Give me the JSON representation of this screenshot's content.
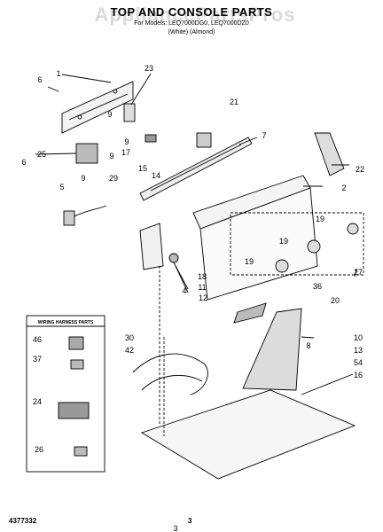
{
  "header": {
    "watermark": "AppliancePartsPros",
    "title": "TOP AND CONSOLE PARTS",
    "subtitle": "For Models: LEQ7000DG0, LEQ7000DZ0",
    "variants": "(White)        (Almond)"
  },
  "wiring_box": {
    "title": "WIRING HARNESS PARTS"
  },
  "callouts": {
    "c1": "1",
    "c2": "2",
    "c3": "3",
    "c4": "4",
    "c5": "5",
    "c6a": "6",
    "c6b": "6",
    "c7": "7",
    "c8": "8",
    "c9a": "9",
    "c9b": "9",
    "c9c": "9",
    "c9d": "9",
    "c10": "10",
    "c11": "11",
    "c12": "12",
    "c13": "13",
    "c14": "14",
    "c15": "15",
    "c16": "16",
    "c17": "17",
    "c18": "18",
    "c19a": "19",
    "c19b": "19",
    "c19c": "19",
    "c20": "20",
    "c21": "21",
    "c22": "22",
    "c23": "23",
    "c24": "24",
    "c25": "25",
    "c26": "26",
    "c27": "27",
    "c29": "29",
    "c30": "30",
    "c36": "36",
    "c37": "37",
    "c42": "42",
    "c46": "46",
    "c54": "54"
  },
  "footer": {
    "part_number": "4377332",
    "page": "3"
  }
}
